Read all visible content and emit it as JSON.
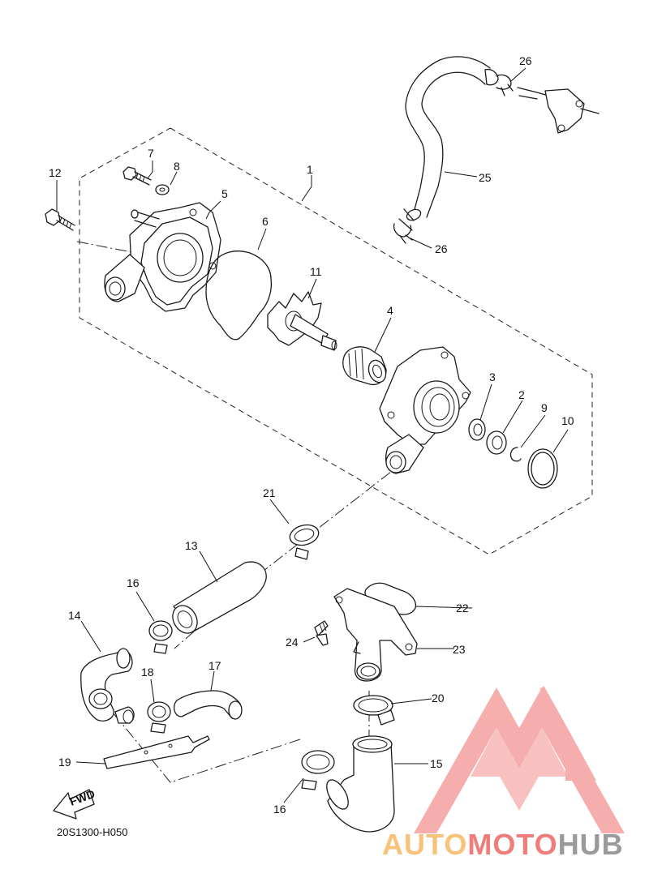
{
  "diagram": {
    "drawing_code": "20S1300-H050",
    "fwd_label": "FWD",
    "callouts": {
      "c1": "1",
      "c2": "2",
      "c3": "3",
      "c4": "4",
      "c5": "5",
      "c6": "6",
      "c7": "7",
      "c8": "8",
      "c9": "9",
      "c10": "10",
      "c11": "11",
      "c12": "12",
      "c13": "13",
      "c14": "14",
      "c15": "15",
      "c16a": "16",
      "c16b": "16",
      "c17": "17",
      "c18": "18",
      "c19": "19",
      "c20": "20",
      "c21": "21",
      "c22": "22",
      "c23": "23",
      "c24": "24",
      "c25": "25",
      "c26a": "26",
      "c26b": "26"
    }
  },
  "watermark": {
    "part1": "AUTO",
    "part2": "MOTO",
    "part3": "HUB",
    "color_auto": "#f9c27a",
    "color_moto": "#f07d7a",
    "color_hub": "#9a9a9a",
    "logo_color": "#f28b88"
  }
}
